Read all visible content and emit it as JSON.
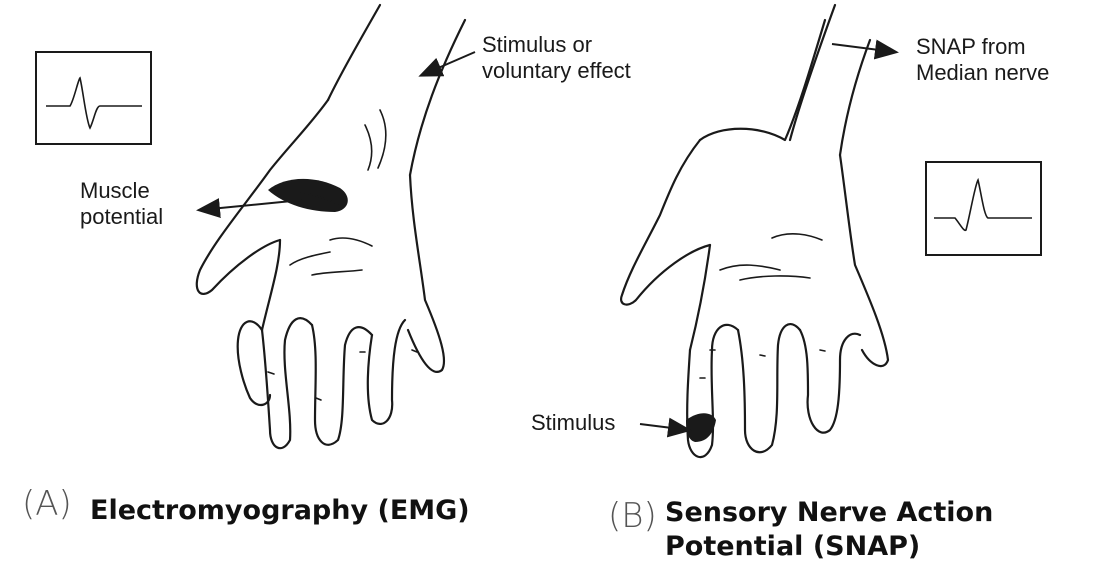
{
  "panel_a": {
    "letter": "(A)",
    "title": "Electromyography (EMG)",
    "label_stimulus_line1": "Stimulus or",
    "label_stimulus_line2": "voluntary effect",
    "label_muscle_line1": "Muscle",
    "label_muscle_line2": "potential"
  },
  "panel_b": {
    "letter": "(B)",
    "title_line1": "Sensory Nerve Action",
    "title_line2": "Potential (SNAP)",
    "label_snap_line1": "SNAP from",
    "label_snap_line2": "Median nerve",
    "label_stimulus": "Stimulus"
  },
  "colors": {
    "ink": "#1a1a1a",
    "trace_red": "#b03030"
  }
}
